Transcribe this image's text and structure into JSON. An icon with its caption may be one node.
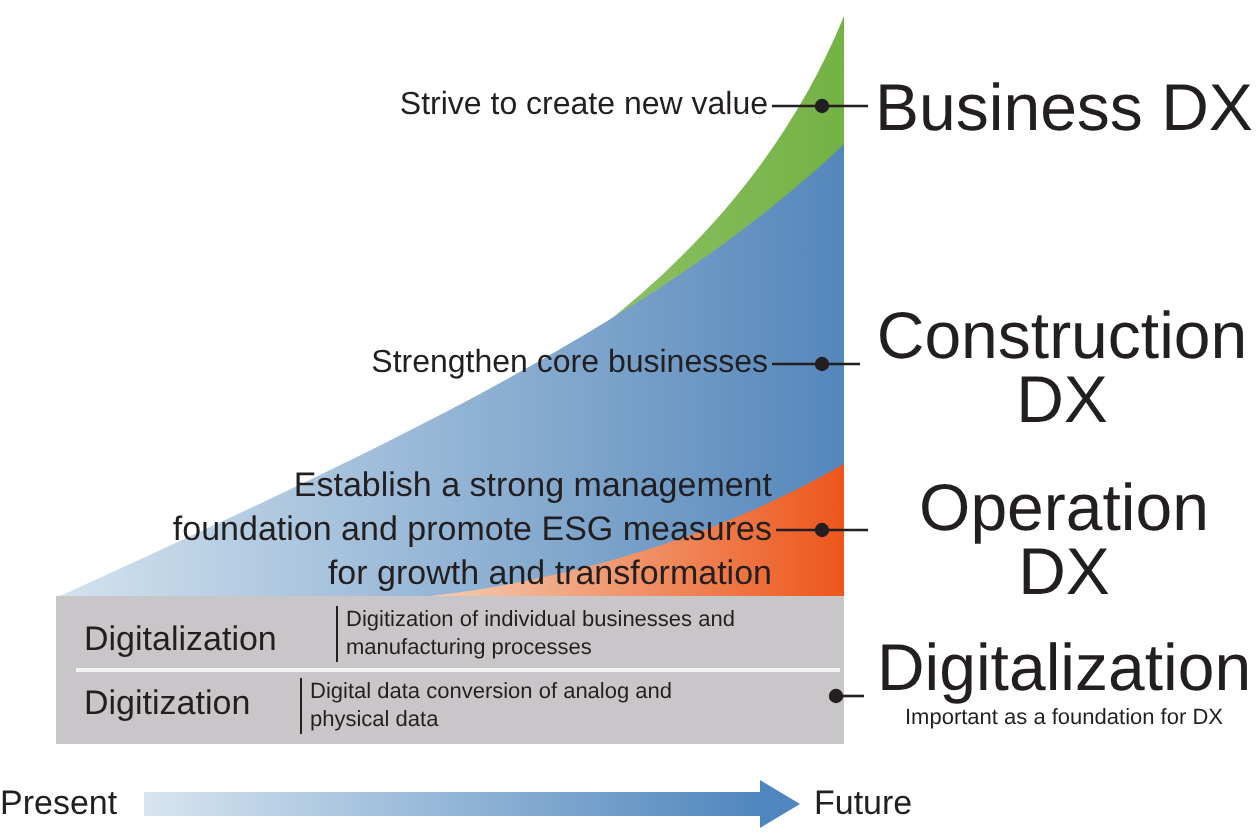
{
  "diagram": {
    "nodes": [
      {
        "text": [
          "Strive to create new value"
        ]
      },
      {
        "text": [
          "Business DX"
        ]
      },
      {
        "text": [
          "Strengthen core businesses"
        ]
      },
      {
        "text": [
          "Construction DX"
        ]
      },
      {
        "text": [
          "Establish a strong management foundation and promote ESG measures for growth and transformation"
        ]
      },
      {
        "text": [
          "Operation DX"
        ]
      },
      {
        "text": [
          "Digitalization",
          "Digitization of individual businesses and manufacturing processes",
          "Digitization",
          "Digital data conversion of analog and physical data"
        ]
      },
      {
        "text": [
          "Digitalization",
          "Important as a foundation for DX"
        ]
      }
    ],
    "edges": [
      {
        "from": 0,
        "to": 1,
        "arrow": "none"
      },
      {
        "from": 2,
        "to": 3,
        "arrow": "none"
      },
      {
        "from": 4,
        "to": 5,
        "arrow": "none"
      },
      {
        "from": 6,
        "to": 7,
        "arrow": "other"
      }
    ],
    "labels": [
      "Present",
      "Future"
    ]
  }
}
